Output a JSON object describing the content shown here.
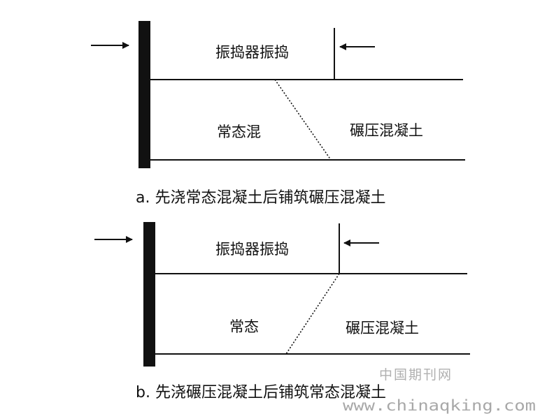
{
  "diagrams": [
    {
      "id": "a",
      "caption": "a. 先浇常态混凝土后铺筑碾压混凝土",
      "labels": {
        "top_zone": "振捣器振捣",
        "left_zone": "常态混",
        "right_zone": "碾压混凝土"
      }
    },
    {
      "id": "b",
      "caption": "b. 先浇碾压混凝土后铺筑常态混凝土",
      "labels": {
        "top_zone": "振捣器振捣",
        "left_zone": "常态",
        "right_zone": "碾压混凝土"
      }
    }
  ],
  "watermark": {
    "line1": "中国期刊网",
    "line2": "www.chinaqking.com"
  },
  "colors": {
    "ink": "#111111",
    "watermark": "#b0b0b0"
  }
}
